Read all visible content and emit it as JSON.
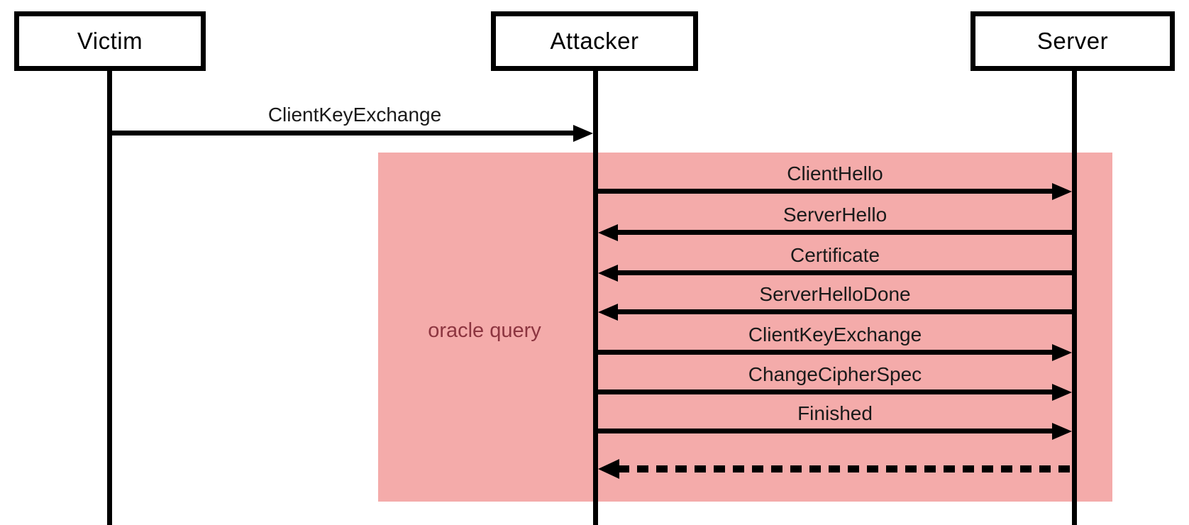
{
  "actors": [
    {
      "name": "Victim"
    },
    {
      "name": "Attacker"
    },
    {
      "name": "Server"
    }
  ],
  "victim_message": {
    "label": "ClientKeyExchange",
    "from": "Victim",
    "to": "Attacker",
    "line": "solid"
  },
  "oracle_region": {
    "label": "oracle query",
    "background_color": "#f4abaa",
    "label_color": "#8c3540"
  },
  "messages": [
    {
      "label": "ClientHello",
      "from": "Attacker",
      "to": "Server",
      "line": "solid"
    },
    {
      "label": "ServerHello",
      "from": "Server",
      "to": "Attacker",
      "line": "solid"
    },
    {
      "label": "Certificate",
      "from": "Server",
      "to": "Attacker",
      "line": "solid"
    },
    {
      "label": "ServerHelloDone",
      "from": "Server",
      "to": "Attacker",
      "line": "solid"
    },
    {
      "label": "ClientKeyExchange",
      "from": "Attacker",
      "to": "Server",
      "line": "solid"
    },
    {
      "label": "ChangeCipherSpec",
      "from": "Attacker",
      "to": "Server",
      "line": "solid"
    },
    {
      "label": "Finished",
      "from": "Attacker",
      "to": "Server",
      "line": "solid"
    },
    {
      "label": "",
      "from": "Server",
      "to": "Attacker",
      "line": "dashed"
    }
  ],
  "colors": {
    "line": "#000000",
    "text": "#1a1a1a",
    "background": "#ffffff"
  }
}
